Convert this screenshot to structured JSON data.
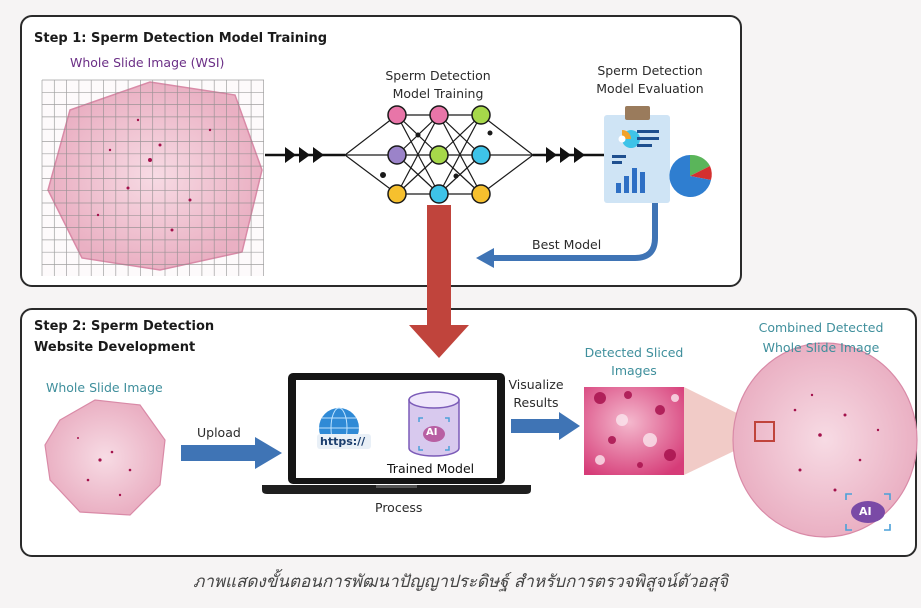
{
  "step1": {
    "title": "Step 1: Sperm Detection Model Training",
    "wsi_label": "Whole Slide Image (WSI)",
    "training_label_line1": "Sperm Detection",
    "training_label_line2": "Model Training",
    "evaluation_label_line1": "Sperm Detection",
    "evaluation_label_line2": "Model Evaluation",
    "best_model_label": "Best Model"
  },
  "step2": {
    "title_line1": "Step 2: Sperm Detection",
    "title_line2": "Website Development",
    "wsi_label": "Whole Slide Image",
    "upload_label": "Upload",
    "https_label": "https://",
    "ai_badge": "AI",
    "trained_model_label": "Trained Model",
    "process_label": "Process",
    "visualize_line1": "Visualize",
    "visualize_line2": "Results",
    "detected_sliced_line1": "Detected Sliced",
    "detected_sliced_line2": "Images",
    "combined_line1": "Combined Detected",
    "combined_line2": "Whole Slide Image",
    "combined_ai_badge": "AI"
  },
  "caption": "ภาพแสดงขั้นตอนการพัฒนาปัญญาประดิษฐ์ สำหรับการตรวจพิสูจน์ตัวอสุจิ",
  "colors": {
    "arrow_blue": "#3f74b5",
    "arrow_red": "#c0443c",
    "tissue_pink": "#f1c6d3",
    "node_pink": "#e875a8",
    "node_purple": "#9b83c9",
    "node_green": "#a6d84a",
    "node_cyan": "#3ec3e8",
    "node_yellow": "#f6c02e"
  }
}
